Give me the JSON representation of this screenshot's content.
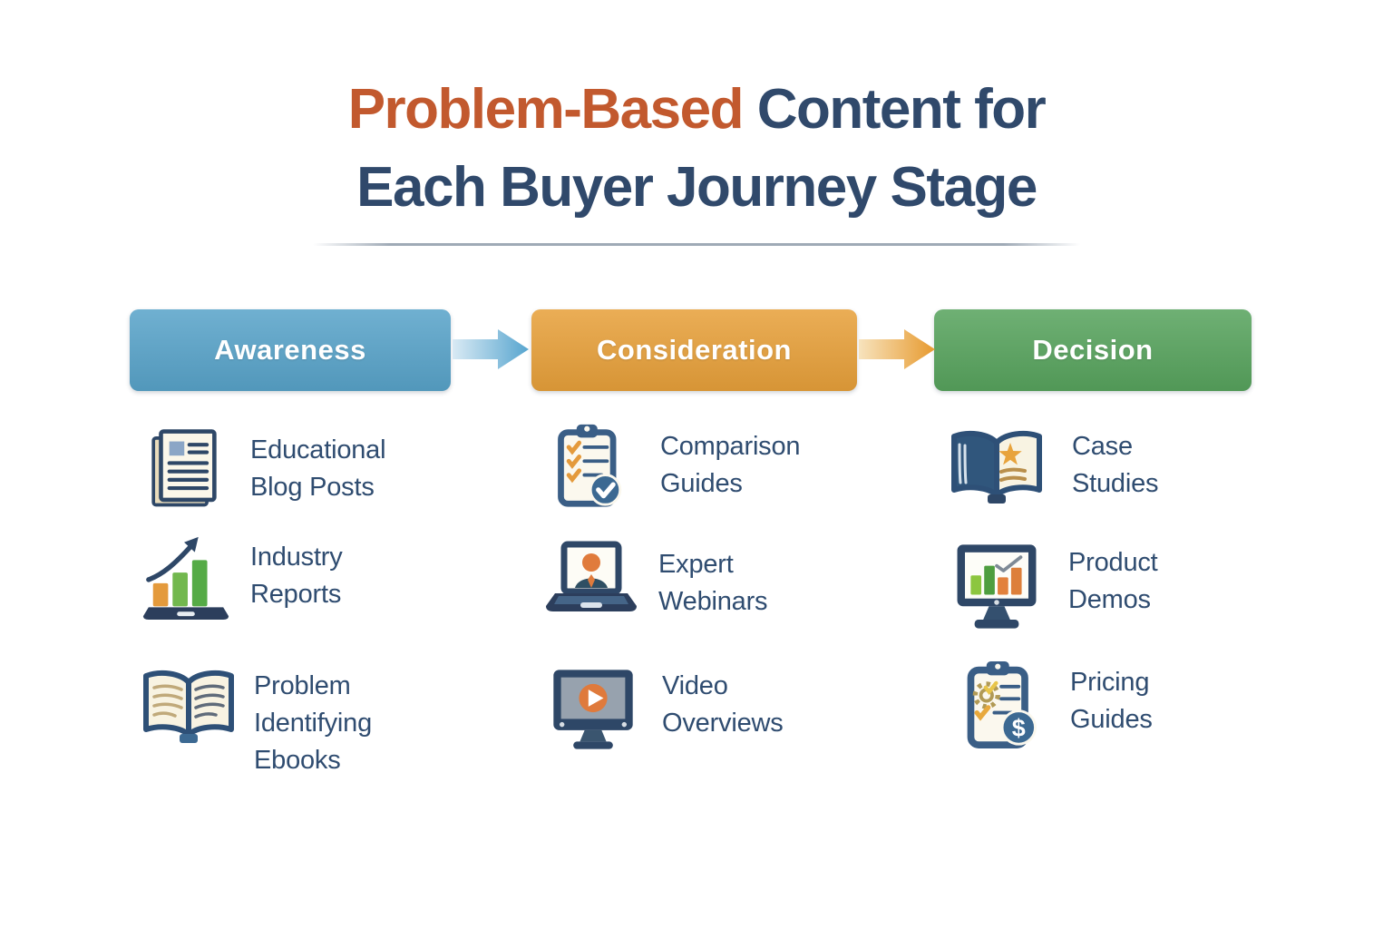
{
  "title": {
    "line1_highlight": "Problem-Based",
    "line1_rest": " Content for",
    "line2": "Each Buyer Journey Stage",
    "highlight_color": "#C2592E",
    "main_color": "#30496B"
  },
  "colors": {
    "label_text": "#2F4C70",
    "arrow_blue": "#57A5CF",
    "arrow_orange": "#E79A2F",
    "icon_navy": "#2E4767",
    "icon_steel_blue": "#3C6992",
    "icon_orange": "#E2913B",
    "icon_green": "#5CA94C",
    "icon_cream": "#F8F3E4"
  },
  "stages": [
    {
      "name": "Awareness",
      "color": "#58A3C9",
      "items": [
        {
          "label": "Educational\nBlog Posts",
          "icon": "blog-post-document-icon"
        },
        {
          "label": "Industry\nReports",
          "icon": "bar-chart-laptop-icon"
        },
        {
          "label": "Problem\nIdentifying\nEbooks",
          "icon": "open-ebook-icon"
        }
      ]
    },
    {
      "name": "Consideration",
      "color": "#E7A03A",
      "items": [
        {
          "label": "Comparison\nGuides",
          "icon": "checklist-clipboard-icon"
        },
        {
          "label": "Expert\nWebinars",
          "icon": "webinar-laptop-icon"
        },
        {
          "label": "Video\nOverviews",
          "icon": "video-play-monitor-icon"
        }
      ]
    },
    {
      "name": "Decision",
      "color": "#57A35D",
      "items": [
        {
          "label": "Case\nStudies",
          "icon": "case-study-book-icon"
        },
        {
          "label": "Product\nDemos",
          "icon": "demo-chart-monitor-icon"
        },
        {
          "label": "Pricing\nGuides",
          "icon": "pricing-clipboard-icon"
        }
      ]
    }
  ]
}
